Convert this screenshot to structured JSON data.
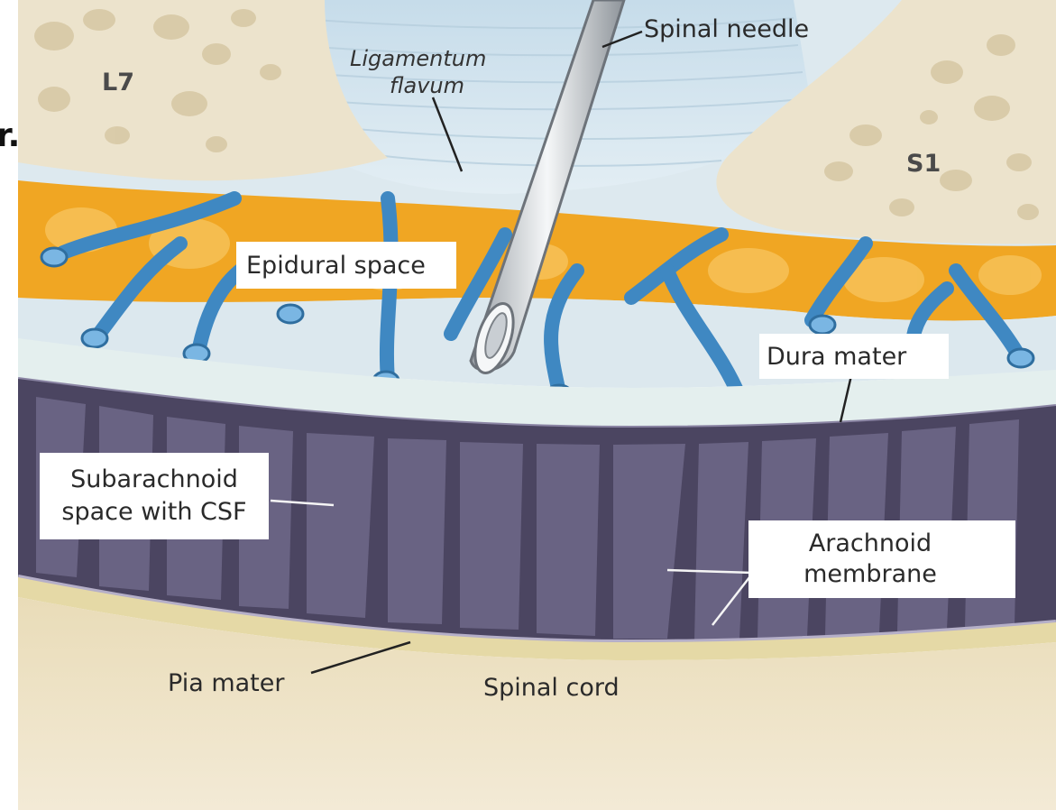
{
  "labels": {
    "vertebra_left": "L7",
    "vertebra_right": "S1",
    "ligamentum_line1": "Ligamentum",
    "ligamentum_line2": "flavum",
    "needle": "Spinal needle",
    "epidural": "Epidural space",
    "dura": "Dura mater",
    "subarachnoid_line1": "Subarachnoid",
    "subarachnoid_line2": "space with CSF",
    "arachnoid_line1": "Arachnoid",
    "arachnoid_line2": "membrane",
    "pia": "Pia mater",
    "cord": "Spinal cord",
    "edge_fragment": "r."
  },
  "colors": {
    "bone": "#ece3cc",
    "bone_spot": "#d8c9a6",
    "ligament": "#cfe3ee",
    "fat": "#f0a623",
    "vessel": "#3f88c2",
    "dura_band": "#e4efee",
    "csf_dark": "#4b4561",
    "arachnoid": "#8a84a3",
    "pia": "#e5d9a6",
    "cord": "#eee2c3"
  }
}
